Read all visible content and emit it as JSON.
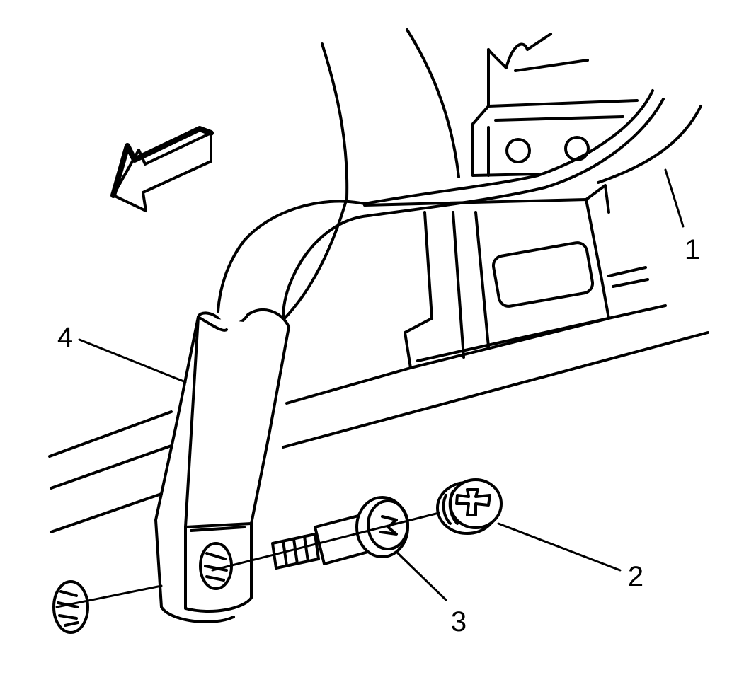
{
  "colors": {
    "ink": "#000000",
    "paper": "#ffffff"
  },
  "callouts": [
    {
      "id": "1",
      "label": "1"
    },
    {
      "id": "2",
      "label": "2"
    },
    {
      "id": "3",
      "label": "3"
    },
    {
      "id": "4",
      "label": "4"
    }
  ]
}
